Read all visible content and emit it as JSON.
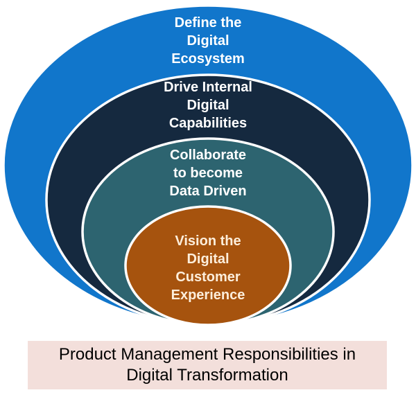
{
  "diagram": {
    "title_hint": "nested-onion-diagram",
    "outline_color": "#FFFFFF",
    "rings": [
      {
        "id": "define-digital-ecosystem",
        "label": "Define the\nDigital\nEcosystem",
        "fill": "#1176CB",
        "text_color": "#FFFFFF"
      },
      {
        "id": "drive-internal-digital-capabilities",
        "label": "Drive Internal\nDigital\nCapabilities",
        "fill": "#15293F",
        "text_color": "#FFFFFF"
      },
      {
        "id": "collaborate-to-become-data-driven",
        "label": "Collaborate\nto become\nData Driven",
        "fill": "#2D6470",
        "text_color": "#FFFFFF"
      },
      {
        "id": "vision-digital-customer-experience",
        "label": "Vision the\nDigital\nCustomer\nExperience",
        "fill": "#A6530E",
        "text_color": "#FDEEDB"
      }
    ]
  },
  "caption": {
    "text": "Product Management Responsibilities in\nDigital Transformation",
    "background": "#F3DFDB",
    "text_color": "#000000"
  }
}
